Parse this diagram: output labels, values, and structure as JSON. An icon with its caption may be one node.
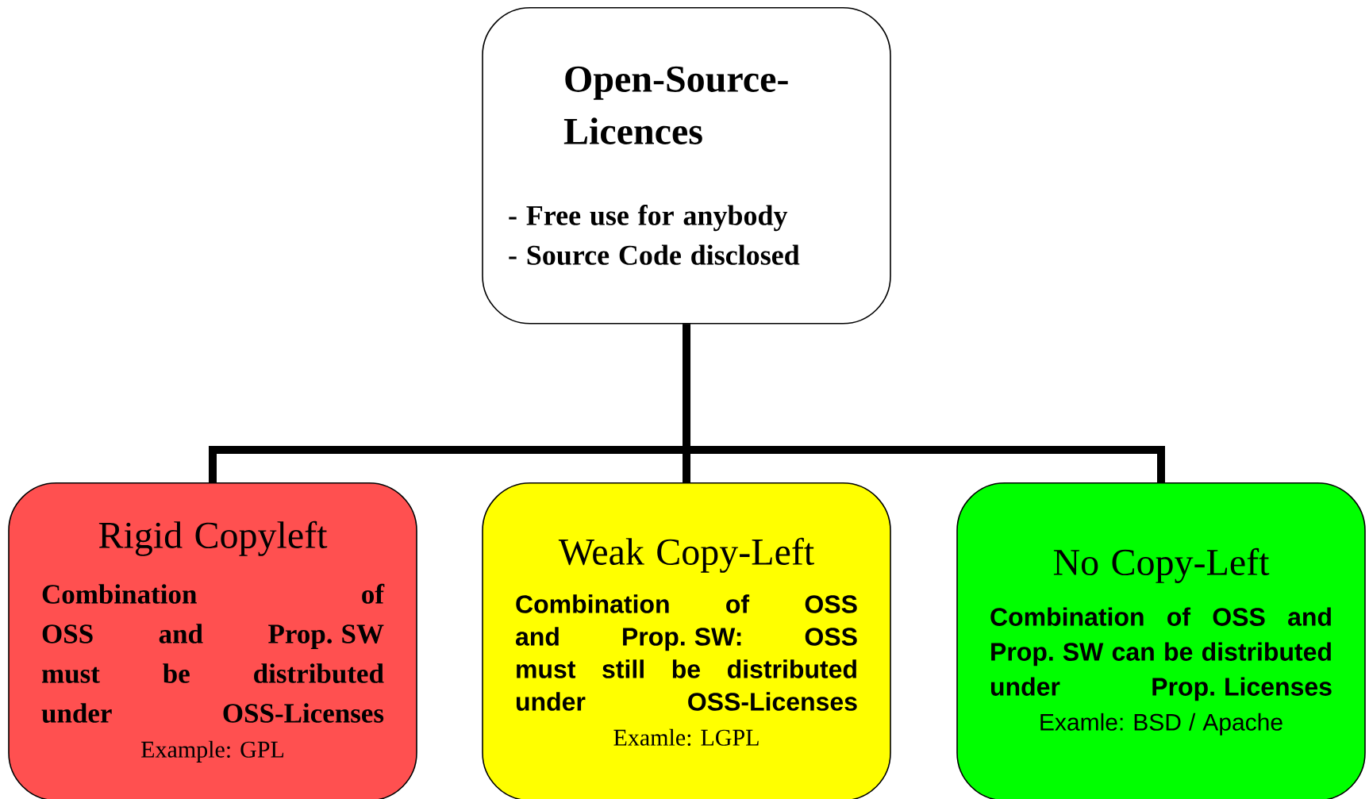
{
  "diagram": {
    "nodes": [
      {
        "text": [
          "Open-Source-Licences",
          "- Free use for anybody",
          "- Source Code disclosed"
        ]
      },
      {
        "text": [
          "Rigid Copyleft",
          "Combination of OSS and Prop. SW must be distributed under OSS-Licenses",
          "Example: GPL"
        ]
      },
      {
        "text": [
          "Weak Copy-Left",
          "Combination of OSS and Prop. SW: OSS must still be distributed under OSS-Licenses",
          "Examle: LGPL"
        ]
      },
      {
        "text": [
          "No Copy-Left",
          "Combination of OSS and Prop. SW can be distributed under Prop. Licenses",
          "Examle: BSD / Apache"
        ]
      }
    ],
    "edges": [
      {
        "from": 0,
        "to": 1,
        "arrow": "none"
      },
      {
        "from": 0,
        "to": 2,
        "arrow": "none"
      },
      {
        "from": 0,
        "to": 3,
        "arrow": "none"
      }
    ]
  }
}
